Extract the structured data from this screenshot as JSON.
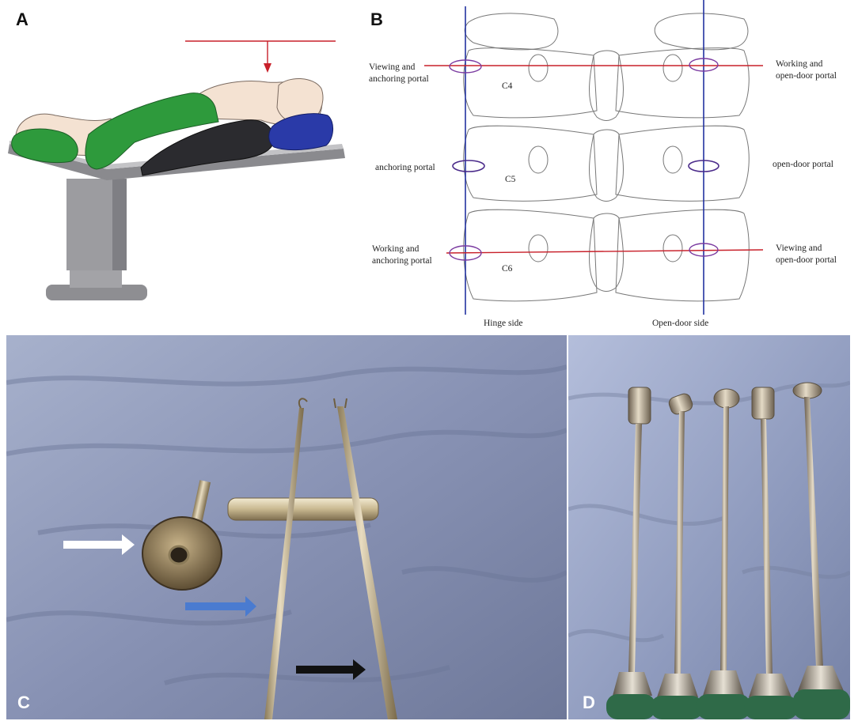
{
  "panels": {
    "a": {
      "letter": "A"
    },
    "b": {
      "letter": "B",
      "vertebra_labels": [
        "C4",
        "C5",
        "C6"
      ],
      "left_labels": [
        [
          "Viewing and",
          "anchoring portal"
        ],
        [
          "anchoring portal"
        ],
        [
          "Working and",
          "anchoring portal"
        ]
      ],
      "right_labels": [
        [
          "Working and",
          "open-door portal"
        ],
        [
          "open-door portal"
        ],
        [
          "Viewing and",
          "open-door portal"
        ]
      ],
      "side_labels": {
        "hinge": "Hinge side",
        "open_door": "Open-door side"
      }
    },
    "c": {
      "letter": "C"
    },
    "d": {
      "letter": "D"
    }
  },
  "colors": {
    "drape_green": "#2e9a3c",
    "pillow_blue": "#2a3aa8",
    "table_gray": "#8a8a8e",
    "portal_line_red": "#c8202a",
    "side_line_blue": "#2232a0",
    "portal_oval": "#7a3aa0",
    "cloth_blue": "#8f9bbd",
    "arrow_white": "#ffffff",
    "arrow_blue": "#4a7bd0",
    "arrow_black": "#111111",
    "handle_green": "#2f6a48"
  },
  "icons": {
    "white_arrow": "arrow-right-icon",
    "blue_arrow": "arrow-right-icon",
    "black_arrow": "arrow-right-icon"
  }
}
